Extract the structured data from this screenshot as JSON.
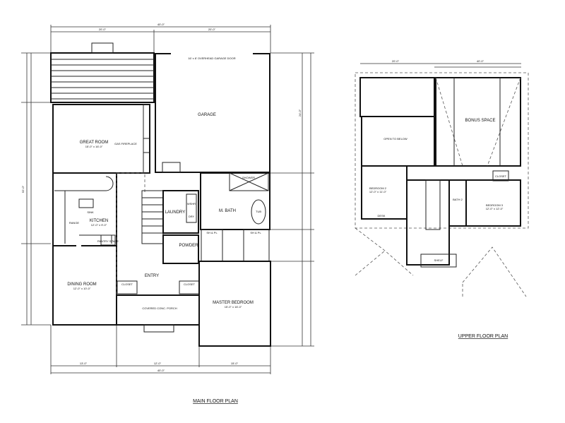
{
  "main_plan": {
    "title": "MAIN FLOOR PLAN",
    "rooms": {
      "garage_door": "16' x 8' OVERHEAD GARAGE DOOR",
      "garage": "GARAGE",
      "great_room": "GREAT ROOM",
      "great_room_size": "15'-0\" x 16'-0\"",
      "fireplace": "GAS FIREPLACE",
      "kitchen": "KITCHEN",
      "kitchen_size": "12'-0\" x 9'-0\"",
      "range": "RANGE",
      "sink": "SINK",
      "pantry": "PANTRY SPACE",
      "dining": "DINING ROOM",
      "dining_size": "12'-0\" x 10'-0\"",
      "laundry": "LAUNDRY",
      "washer": "WSHR",
      "dryer": "DRY",
      "m_bath": "M. BATH",
      "tub": "TUB",
      "shower": "SHOWER",
      "powder": "POWDER",
      "entry": "ENTRY",
      "closet": "CLOSET",
      "shelf": "SH & PL",
      "porch": "COVERED CONC. PORCH",
      "master": "MASTER BEDROOM",
      "master_size": "15'-0\" x 16'-0\""
    },
    "dims": {
      "top_total": "40'-0\"",
      "top_left": "20'-0\"",
      "top_right": "20'-0\"",
      "bottom_left": "13'-0\"",
      "bottom_mid": "12'-0\"",
      "bottom_right": "15'-0\"",
      "bottom_total": "40'-0\"",
      "left_total": "52'-0\"",
      "right_garage": "24'-0\""
    }
  },
  "upper_plan": {
    "title": "UPPER FLOOR PLAN",
    "rooms": {
      "bonus": "BONUS SPACE",
      "open_below": "OPEN TO BELOW",
      "bedroom2": "BEDROOM 2",
      "bedroom2_size": "12'-0\" x 11'-0\"",
      "bedroom3": "BEDROOM 3",
      "bedroom3_size": "12'-0\" x 12'-0\"",
      "bath2": "BATH 2",
      "closet": "CLOSET",
      "desk": "DESK",
      "shelf": "SHELF"
    },
    "dims": {
      "top_total": "40'-0\"",
      "top_left": "20'-0\""
    }
  }
}
